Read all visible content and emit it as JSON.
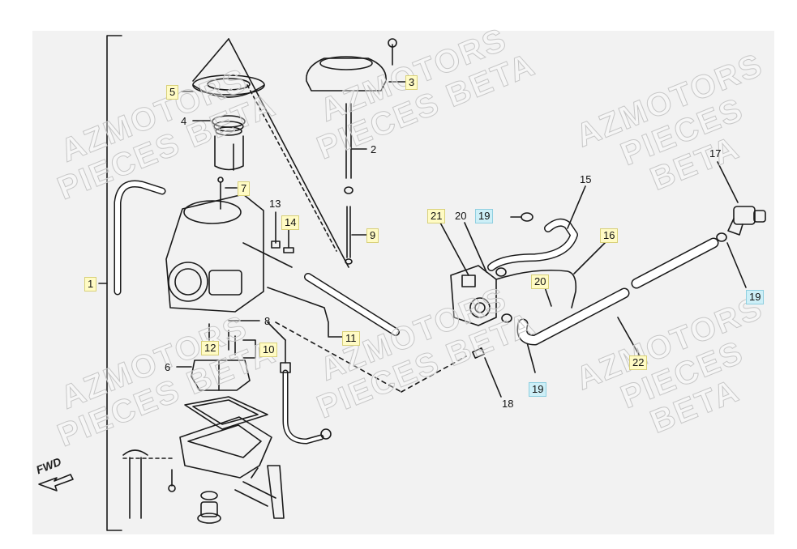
{
  "watermark": {
    "line1": "AZMOTORS",
    "line2": "PIECES BETA"
  },
  "direction_label": "FWD",
  "callouts": [
    {
      "id": "1",
      "text": "1",
      "style": "yellow"
    },
    {
      "id": "2",
      "text": "2",
      "style": "yellow"
    },
    {
      "id": "3",
      "text": "3",
      "style": "yellow"
    },
    {
      "id": "4",
      "text": "4",
      "style": "yellow"
    },
    {
      "id": "5",
      "text": "5",
      "style": "yellow"
    },
    {
      "id": "6",
      "text": "6",
      "style": "yellow"
    },
    {
      "id": "7",
      "text": "7",
      "style": "yellow"
    },
    {
      "id": "8",
      "text": "8",
      "style": "yellow"
    },
    {
      "id": "9",
      "text": "9",
      "style": "yellow"
    },
    {
      "id": "10",
      "text": "10",
      "style": "yellow"
    },
    {
      "id": "11",
      "text": "11",
      "style": "yellow"
    },
    {
      "id": "12",
      "text": "12",
      "style": "yellow"
    },
    {
      "id": "13",
      "text": "13",
      "style": "yellow"
    },
    {
      "id": "14",
      "text": "14",
      "style": "yellow"
    },
    {
      "id": "15",
      "text": "15",
      "style": "plain"
    },
    {
      "id": "16",
      "text": "16",
      "style": "yellow"
    },
    {
      "id": "17",
      "text": "17",
      "style": "yellow"
    },
    {
      "id": "18",
      "text": "18",
      "style": "plain"
    },
    {
      "id": "19a",
      "text": "19",
      "style": "cyan"
    },
    {
      "id": "19b",
      "text": "19",
      "style": "cyan"
    },
    {
      "id": "19c",
      "text": "19",
      "style": "cyan"
    },
    {
      "id": "20a",
      "text": "20",
      "style": "yellow"
    },
    {
      "id": "20b",
      "text": "20",
      "style": "yellow"
    },
    {
      "id": "21",
      "text": "21",
      "style": "yellow"
    },
    {
      "id": "22",
      "text": "22",
      "style": "yellow"
    }
  ]
}
